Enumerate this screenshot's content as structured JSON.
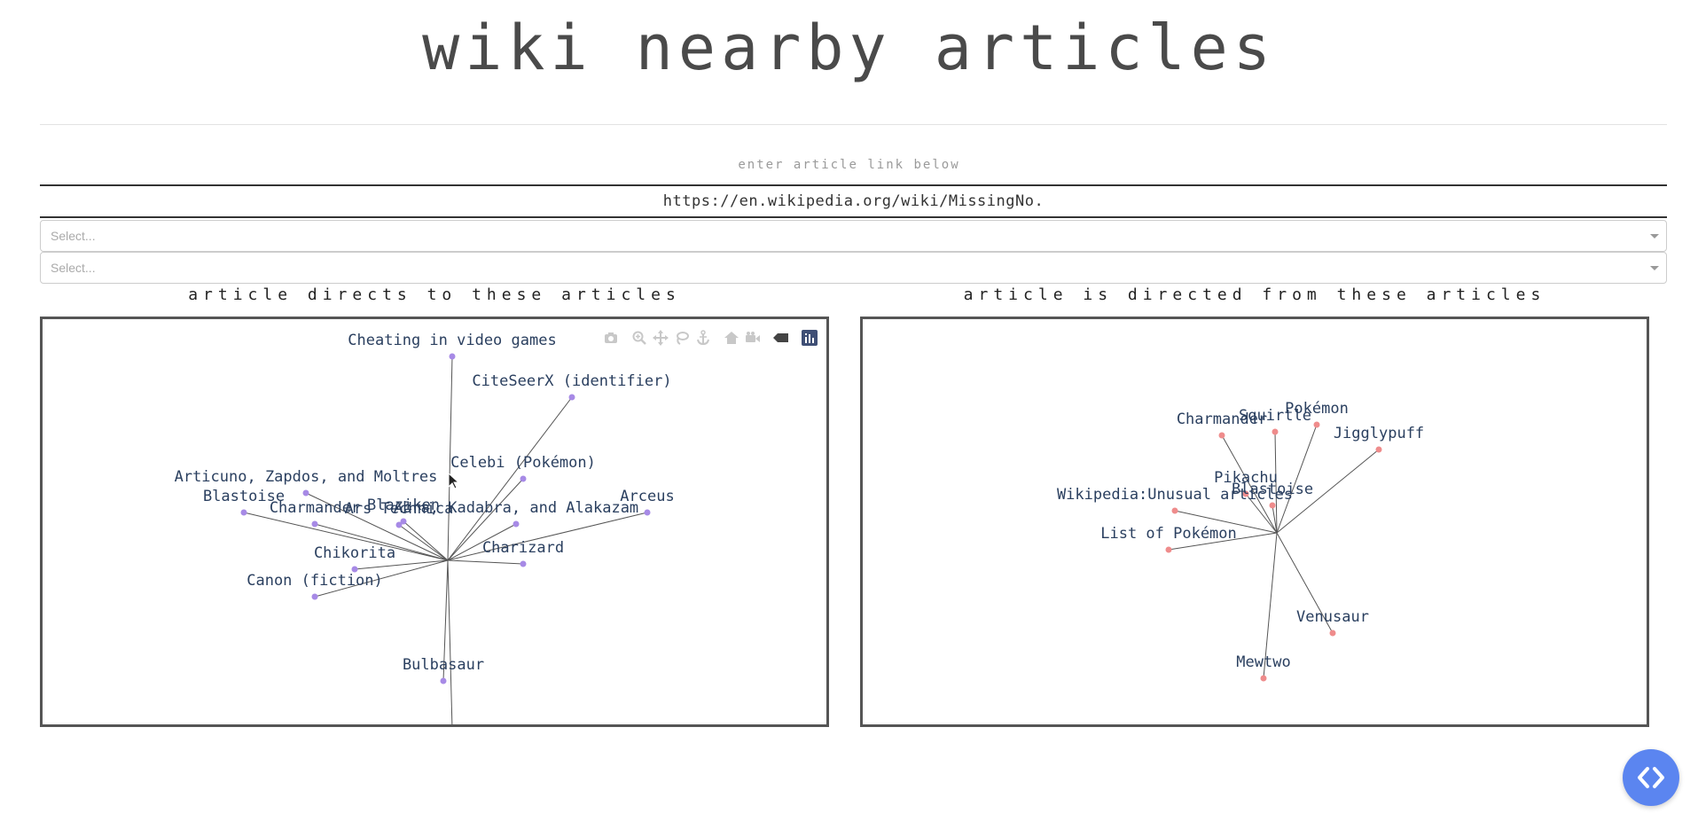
{
  "page": {
    "title": "wiki nearby articles",
    "prompt": "enter article link below",
    "url_value": "https://en.wikipedia.org/wiki/MissingNo.",
    "dropdowns": [
      {
        "placeholder": "Select..."
      },
      {
        "placeholder": "Select..."
      }
    ]
  },
  "left_panel": {
    "title": "article directs to these articles",
    "node_color": "#a78ae6",
    "edge_color": "#555555",
    "modebar_icons": [
      "camera-icon",
      "zoom-icon",
      "pan-icon",
      "lasso-icon",
      "anchor-icon",
      "home-icon",
      "camera-video-icon",
      "tag-icon",
      "plotly-logo-icon"
    ]
  },
  "right_panel": {
    "title": "article is directed from these articles",
    "node_color": "#ef8c8c",
    "edge_color": "#555555"
  },
  "chart_data": [
    {
      "type": "scatter",
      "title": "",
      "grid": false,
      "center": {
        "x": 0,
        "y": 0
      },
      "nodes": [
        {
          "label": "Cheating in video games",
          "x": 0.05,
          "y": 2.3
        },
        {
          "label": "CiteSeerX (identifier)",
          "x": 1.4,
          "y": 1.84
        },
        {
          "label": "Celebi (Pokémon)",
          "x": 0.85,
          "y": 0.92
        },
        {
          "label": "Articuno, Zapdos, and Moltres",
          "x": -1.6,
          "y": 0.76
        },
        {
          "label": "Blastoise",
          "x": -2.3,
          "y": 0.54
        },
        {
          "label": "Charmander",
          "x": -1.5,
          "y": 0.41
        },
        {
          "label": "Blaziken",
          "x": -0.5,
          "y": 0.44
        },
        {
          "label": "Arceus",
          "x": 2.25,
          "y": 0.54
        },
        {
          "label": "Abra, Kadabra, and Alakazam",
          "x": 0.77,
          "y": 0.41
        },
        {
          "label": "Ars Technica",
          "x": -0.55,
          "y": 0.4
        },
        {
          "label": "Charizard",
          "x": 0.85,
          "y": -0.04
        },
        {
          "label": "Chikorita",
          "x": -1.05,
          "y": -0.1
        },
        {
          "label": "Canon (fiction)",
          "x": -1.5,
          "y": -0.41
        },
        {
          "label": "Bulbasaur",
          "x": -0.05,
          "y": -1.36
        },
        {
          "label": "",
          "x": 0.05,
          "y": -1.9
        }
      ]
    },
    {
      "type": "scatter",
      "title": "",
      "grid": false,
      "center": {
        "x": 0,
        "y": 0
      },
      "nodes": [
        {
          "label": "Charmander",
          "x": -0.62,
          "y": 1.1
        },
        {
          "label": "Squirtle",
          "x": -0.02,
          "y": 1.14
        },
        {
          "label": "Pokémon",
          "x": 0.45,
          "y": 1.22
        },
        {
          "label": "Jigglypuff",
          "x": 1.15,
          "y": 0.94
        },
        {
          "label": "Pikachu",
          "x": -0.35,
          "y": 0.44
        },
        {
          "label": "Blastoise",
          "x": -0.05,
          "y": 0.31
        },
        {
          "label": "Wikipedia:Unusual articles",
          "x": -1.15,
          "y": 0.25
        },
        {
          "label": "List of Pokémon",
          "x": -1.22,
          "y": -0.19
        },
        {
          "label": "Venusaur",
          "x": 0.63,
          "y": -1.13
        },
        {
          "label": "Mewtwo",
          "x": -0.15,
          "y": -1.64
        }
      ]
    }
  ]
}
